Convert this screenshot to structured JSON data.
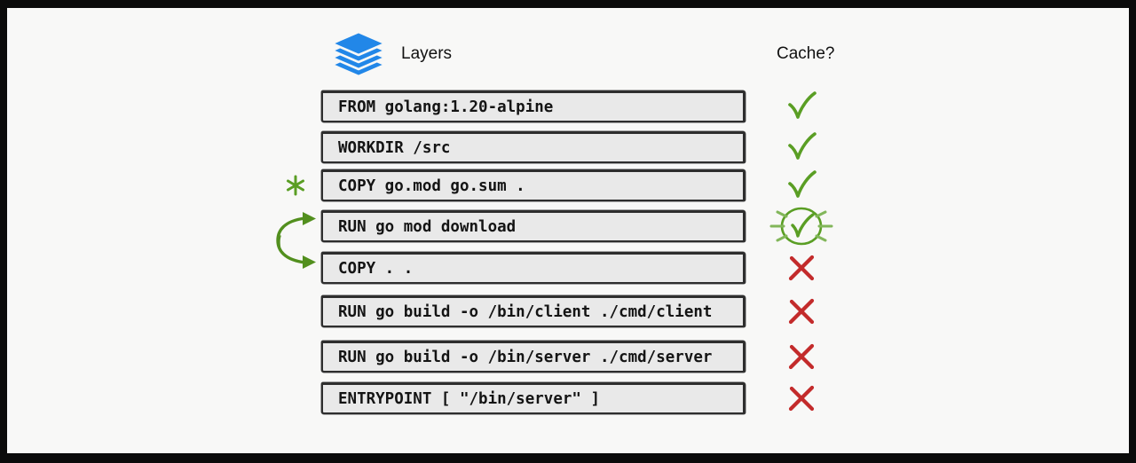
{
  "header": {
    "layers_label": "Layers",
    "cache_label": "Cache?"
  },
  "rows": [
    {
      "instruction": "FROM golang:1.20-alpine",
      "cache": "hit"
    },
    {
      "instruction": "WORKDIR /src",
      "cache": "hit"
    },
    {
      "instruction": "COPY go.mod go.sum .",
      "cache": "hit",
      "annotation": "changed-file-asterisk"
    },
    {
      "instruction": "RUN go mod download",
      "cache": "hit-highlighted",
      "annotation": "swap-order-arrow-top"
    },
    {
      "instruction": "COPY . .",
      "cache": "miss",
      "annotation": "swap-order-arrow-bottom"
    },
    {
      "instruction": "RUN go build -o /bin/client ./cmd/client",
      "cache": "miss"
    },
    {
      "instruction": "RUN go build -o /bin/server ./cmd/server",
      "cache": "miss"
    },
    {
      "instruction": "ENTRYPOINT [ \"/bin/server\" ]",
      "cache": "miss"
    }
  ],
  "colors": {
    "accent_blue": "#2287e8",
    "check_green": "#5a9e24",
    "ray_green": "#82b65a",
    "cross_red": "#c32b2b",
    "box_fill": "#e9e9e9",
    "background": "#f8f8f7"
  }
}
